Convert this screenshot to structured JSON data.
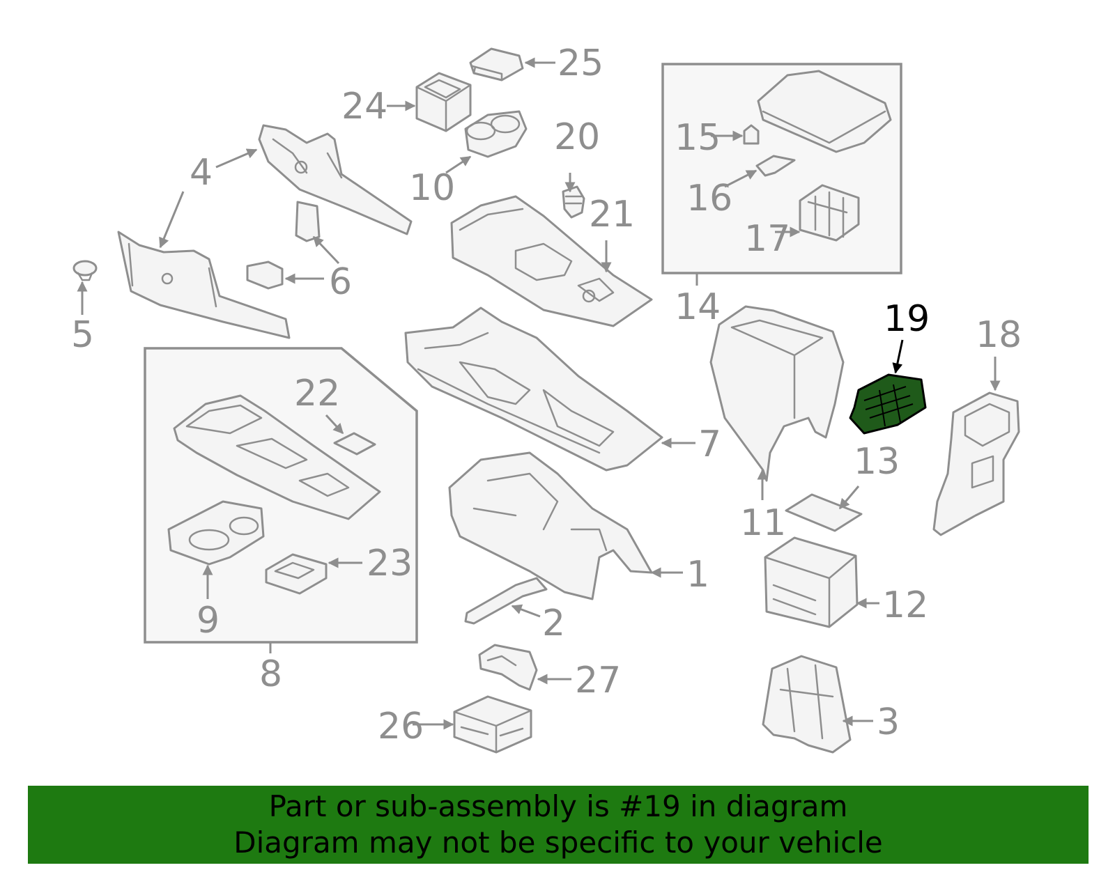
{
  "diagram": {
    "highlight_color": "#1f5a1a",
    "highlighted_part": "19",
    "callouts": [
      "1",
      "2",
      "3",
      "4",
      "5",
      "6",
      "7",
      "8",
      "9",
      "10",
      "11",
      "12",
      "13",
      "14",
      "15",
      "16",
      "17",
      "18",
      "19",
      "20",
      "21",
      "22",
      "23",
      "24",
      "25",
      "26",
      "27"
    ]
  },
  "banner": {
    "color": "#1e7a11",
    "line1": "Part or sub-assembly is #19 in diagram",
    "line2": "Diagram may not be specific to your vehicle"
  }
}
